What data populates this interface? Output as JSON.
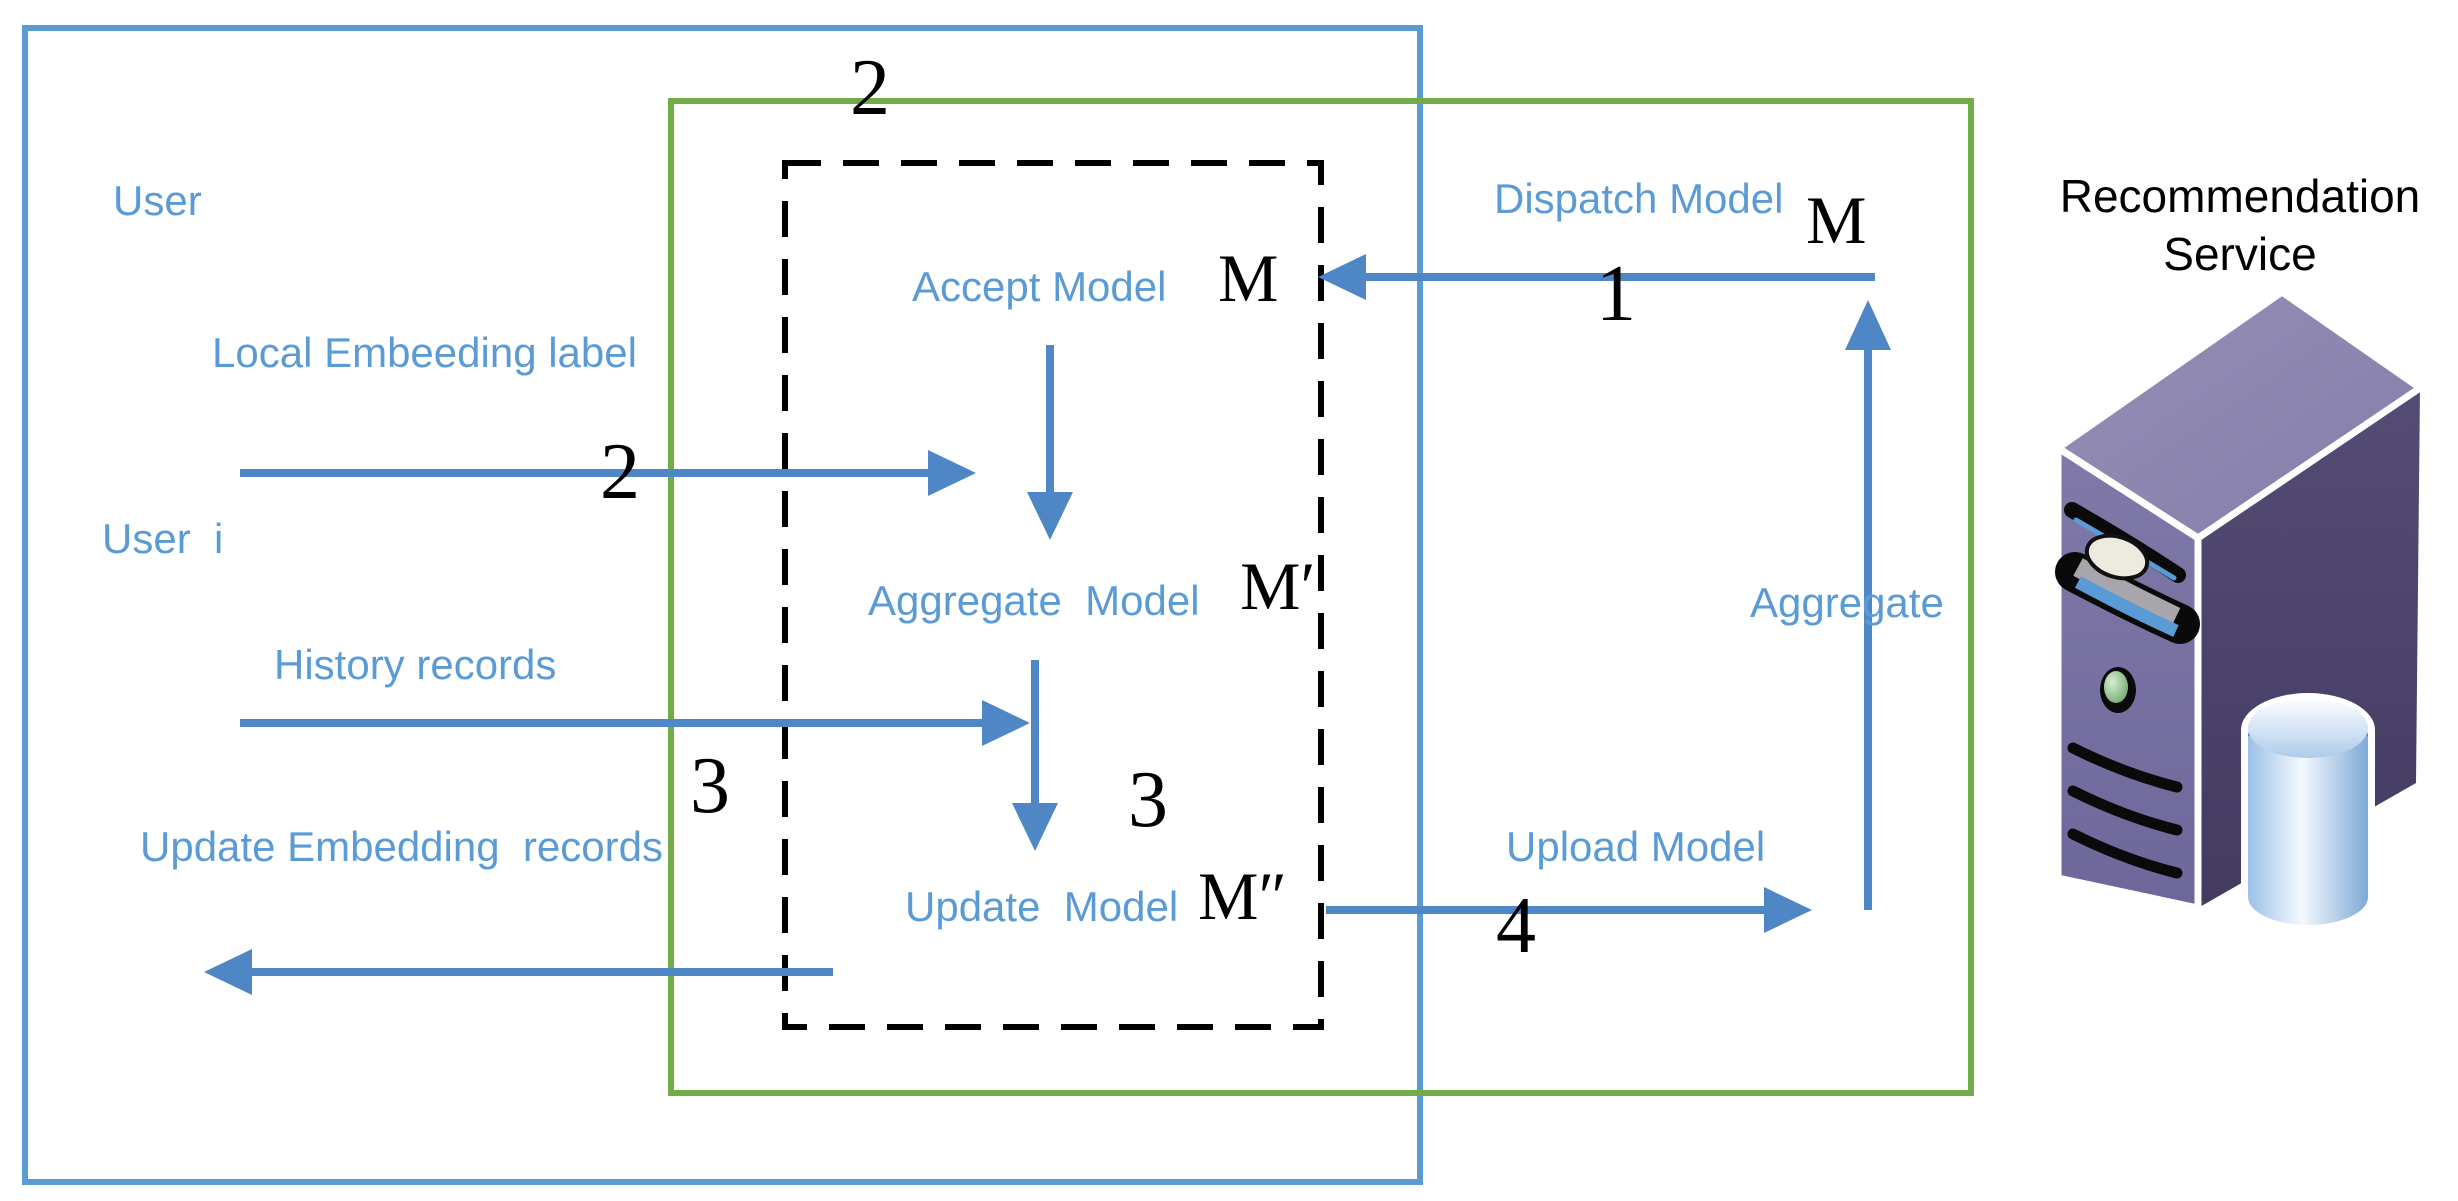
{
  "labels": {
    "user": "User",
    "user_i": "User  i",
    "local_embeeding": "Local Embeeding label",
    "history_records": "History records",
    "update_embedding": "Update Embedding  records",
    "accept_model": "Accept Model",
    "aggregate_model": "Aggregate  Model",
    "update_model": "Update  Model",
    "dispatch_model": "Dispatch Model",
    "upload_model": "Upload Model",
    "aggregate": "Aggregate"
  },
  "annotations": {
    "model_m_accept": "M",
    "model_m_dispatch": "M",
    "model_m_prime": "M′",
    "model_m_double_prime": "M″",
    "step_1": "1",
    "step_2_outer": "2",
    "step_2": "2",
    "step_3": "3",
    "step_3_inner": "3",
    "step_4": "4"
  },
  "service": {
    "name_line1": "Recommendation",
    "name_line2": "Service"
  },
  "colors": {
    "box_blue": "#5B9BD5",
    "box_green": "#70AD47",
    "arrow_blue": "#4E86C6",
    "text_blue": "#5B9BD5",
    "dashed_black": "#000000",
    "server_top": "#8E88B0",
    "server_front": "#7A73A3",
    "server_side": "#4A4266",
    "cylinder_blue": "#8FB7E3",
    "cylinder_band": "#4D8BC9",
    "power_button_green": "#5E9A57"
  }
}
